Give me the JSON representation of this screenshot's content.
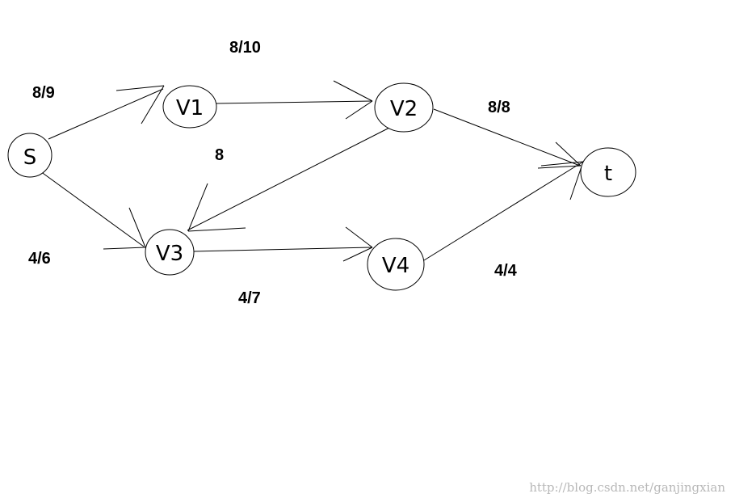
{
  "graph": {
    "nodes": [
      {
        "id": "s",
        "label": "S"
      },
      {
        "id": "v1",
        "label": "V1"
      },
      {
        "id": "v2",
        "label": "V2"
      },
      {
        "id": "v3",
        "label": "V3"
      },
      {
        "id": "v4",
        "label": "V4"
      },
      {
        "id": "t",
        "label": "t"
      }
    ],
    "edges": [
      {
        "from": "s",
        "to": "v1",
        "label": "8/9"
      },
      {
        "from": "v1",
        "to": "v2",
        "label": "8/10"
      },
      {
        "from": "v2",
        "to": "t",
        "label": "8/8"
      },
      {
        "from": "v2",
        "to": "v3",
        "label": "8"
      },
      {
        "from": "s",
        "to": "v3",
        "label": "4/6"
      },
      {
        "from": "v3",
        "to": "v4",
        "label": "4/7"
      },
      {
        "from": "v4",
        "to": "t",
        "label": "4/4"
      }
    ]
  },
  "watermark": "http://blog.csdn.net/ganjingxian",
  "colors": {
    "stroke": "#000000",
    "background": "#ffffff",
    "watermark": "#b8b8b8"
  }
}
